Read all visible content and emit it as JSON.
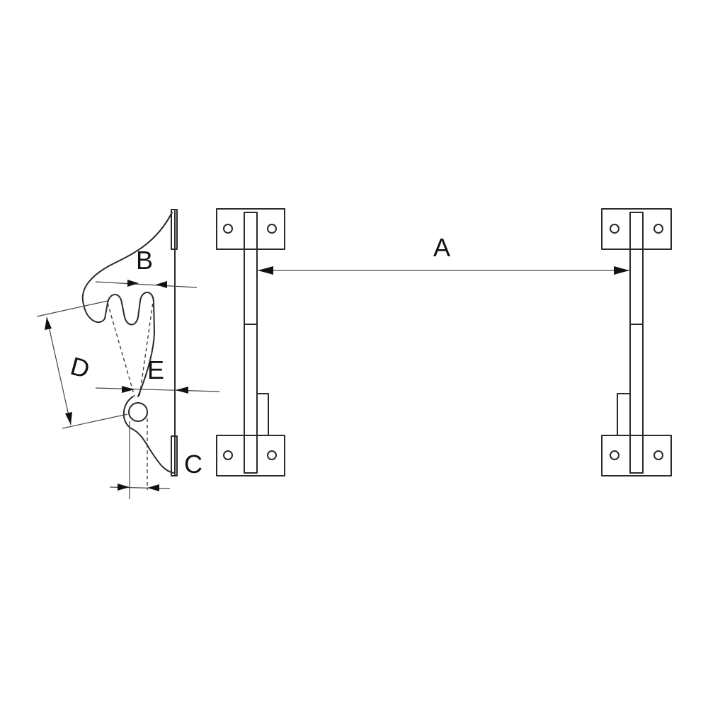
{
  "diagram": {
    "labels": {
      "a": "A",
      "b": "B",
      "c": "C",
      "d": "D",
      "e": "E"
    },
    "colors": {
      "line": "#2a2a2a",
      "background": "#ffffff"
    }
  }
}
